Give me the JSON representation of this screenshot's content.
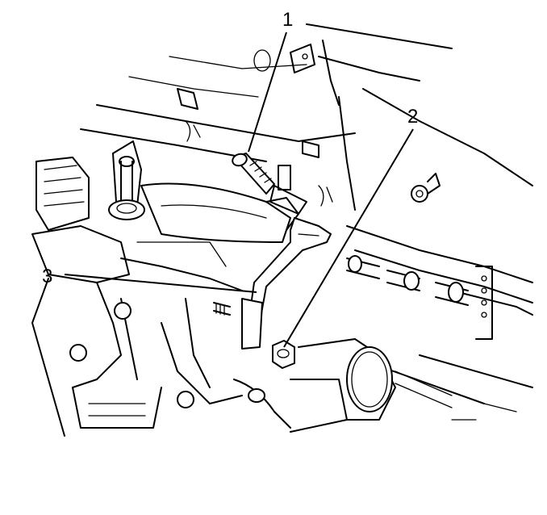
{
  "callouts": [
    {
      "label": "1",
      "part": "bolt"
    },
    {
      "label": "2",
      "part": "nut"
    },
    {
      "label": "3",
      "part": "bracket"
    }
  ]
}
